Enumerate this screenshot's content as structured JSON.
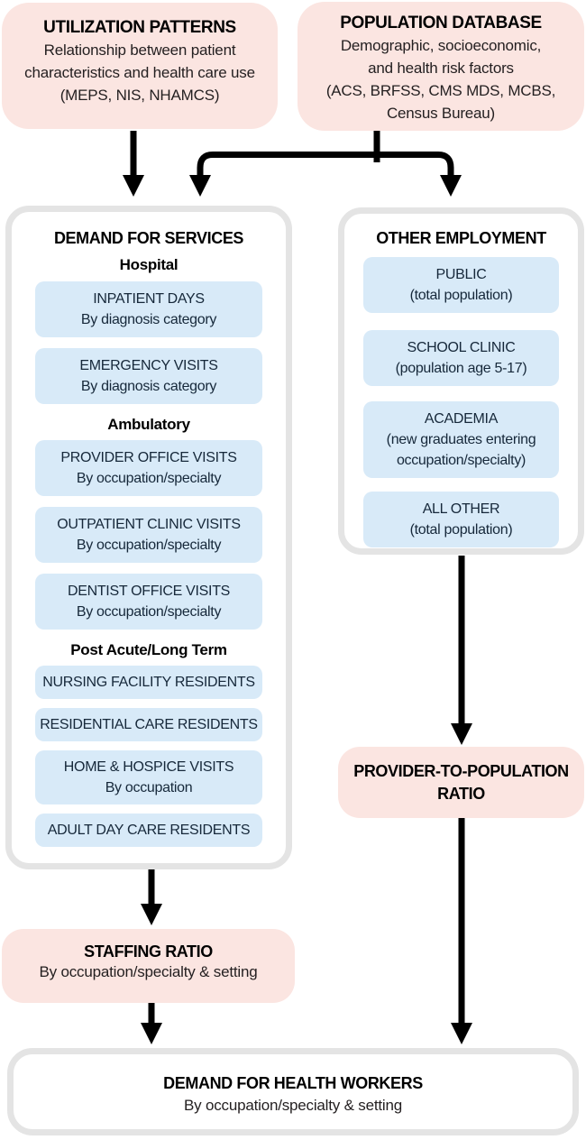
{
  "colors": {
    "source_box_pink": "#fbe5e1",
    "item_box_blue": "#d8eaf8",
    "item_text_navy": "#16283a",
    "panel_border_gray": "#e4e4e4",
    "arrow_black": "#000000"
  },
  "utilization_patterns": {
    "title": "UTILIZATION PATTERNS",
    "body": "Relationship between patient\ncharacteristics and health care use\n(MEPS, NIS, NHAMCS)"
  },
  "population_database": {
    "title": "POPULATION DATABASE",
    "body": "Demographic, socioeconomic,\nand health risk factors\n(ACS, BRFSS, CMS MDS, MCBS,\nCensus Bureau)"
  },
  "demand_for_services": {
    "title": "DEMAND FOR SERVICES",
    "hospital": {
      "heading": "Hospital",
      "items": [
        {
          "title": "INPATIENT DAYS",
          "sub": "By diagnosis category"
        },
        {
          "title": "EMERGENCY VISITS",
          "sub": "By diagnosis category"
        }
      ]
    },
    "ambulatory": {
      "heading": "Ambulatory",
      "items": [
        {
          "title": "PROVIDER OFFICE VISITS",
          "sub": "By occupation/specialty"
        },
        {
          "title": "OUTPATIENT CLINIC VISITS",
          "sub": "By occupation/specialty"
        },
        {
          "title": "DENTIST OFFICE VISITS",
          "sub": "By occupation/specialty"
        }
      ]
    },
    "post_acute": {
      "heading": "Post Acute/Long Term",
      "items": [
        {
          "title": "NURSING FACILITY RESIDENTS"
        },
        {
          "title": "RESIDENTIAL CARE RESIDENTS"
        },
        {
          "title": "HOME & HOSPICE VISITS",
          "sub": "By occupation"
        },
        {
          "title": "ADULT DAY CARE RESIDENTS"
        }
      ]
    }
  },
  "other_employment": {
    "title": "OTHER EMPLOYMENT",
    "items": [
      {
        "title": "PUBLIC",
        "sub": "(total population)"
      },
      {
        "title": "SCHOOL CLINIC",
        "sub": "(population age 5-17)"
      },
      {
        "title": "ACADEMIA",
        "sub": "(new graduates entering\noccupation/specialty)"
      },
      {
        "title": "ALL OTHER",
        "sub": "(total population)"
      }
    ]
  },
  "staffing_ratio": {
    "title": "STAFFING RATIO",
    "sub": "By occupation/specialty & setting"
  },
  "provider_to_population_ratio": {
    "title": "PROVIDER-TO-POPULATION\nRATIO"
  },
  "demand_for_health_workers": {
    "title": "DEMAND FOR HEALTH WORKERS",
    "sub": "By occupation/specialty & setting"
  }
}
